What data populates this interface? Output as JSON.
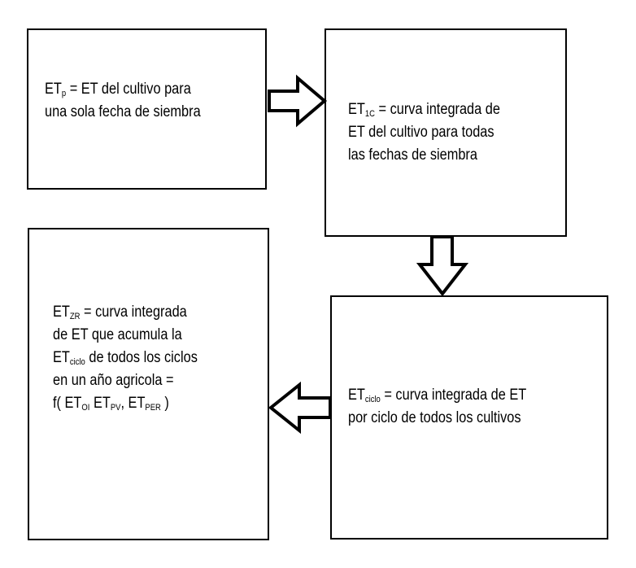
{
  "box_etp": {
    "pre": "ET",
    "sub": "p",
    "line1_rest": " = ET del cultivo para",
    "line2": "una sola fecha de siembra"
  },
  "box_et1c": {
    "pre": "ET",
    "sub": "1C",
    "line1_rest": " = curva integrada de",
    "line2": "ET del cultivo para todas",
    "line3": "las fechas de siembra"
  },
  "box_etciclo": {
    "pre": "ET",
    "sub": "ciclo",
    "line1_rest": " = curva integrada de ET",
    "line2": "por ciclo de todos los cultivos"
  },
  "box_etzr": {
    "pre": "ET",
    "sub": "ZR",
    "line1_rest": " = curva integrada",
    "line2": "de ET que acumula la",
    "line3_pre": "ET",
    "line3_sub": "ciclo",
    "line3_rest": " de todos los ciclos",
    "line4": "en un año agricola =",
    "line5_a": "f( ET",
    "line5_sub1": "OI",
    "line5_b": " ET",
    "line5_sub2": "PV",
    "line5_c": ", ET",
    "line5_sub3": "PER",
    "line5_d": " )"
  },
  "colors": {
    "stroke": "#000000",
    "background": "#ffffff"
  }
}
